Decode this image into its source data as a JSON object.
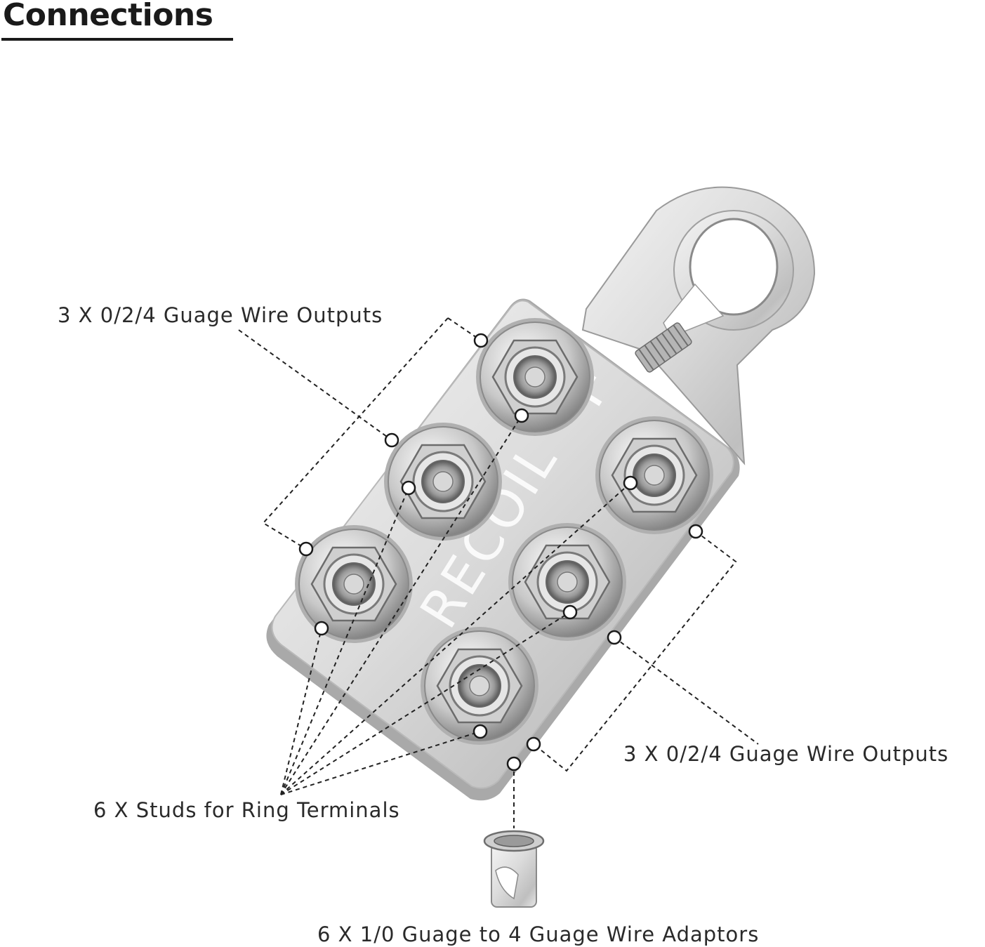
{
  "heading": "Connections",
  "brand_text": "RECOIL",
  "polarity_symbol": "+",
  "callouts": {
    "outputs_top": "3 X 0/2/4 Guage Wire Outputs",
    "outputs_bottom": "3 X 0/2/4 Guage Wire Outputs",
    "studs": "6 X Studs for Ring Terminals",
    "adaptors": "6 X 1/0 Guage to 4 Guage Wire Adaptors"
  },
  "colors": {
    "heading": "#1a1a1a",
    "label": "#2a2a2a",
    "metal": "#d9d9d9",
    "metal_dark": "#8c8c8c",
    "leader": "#222222"
  }
}
